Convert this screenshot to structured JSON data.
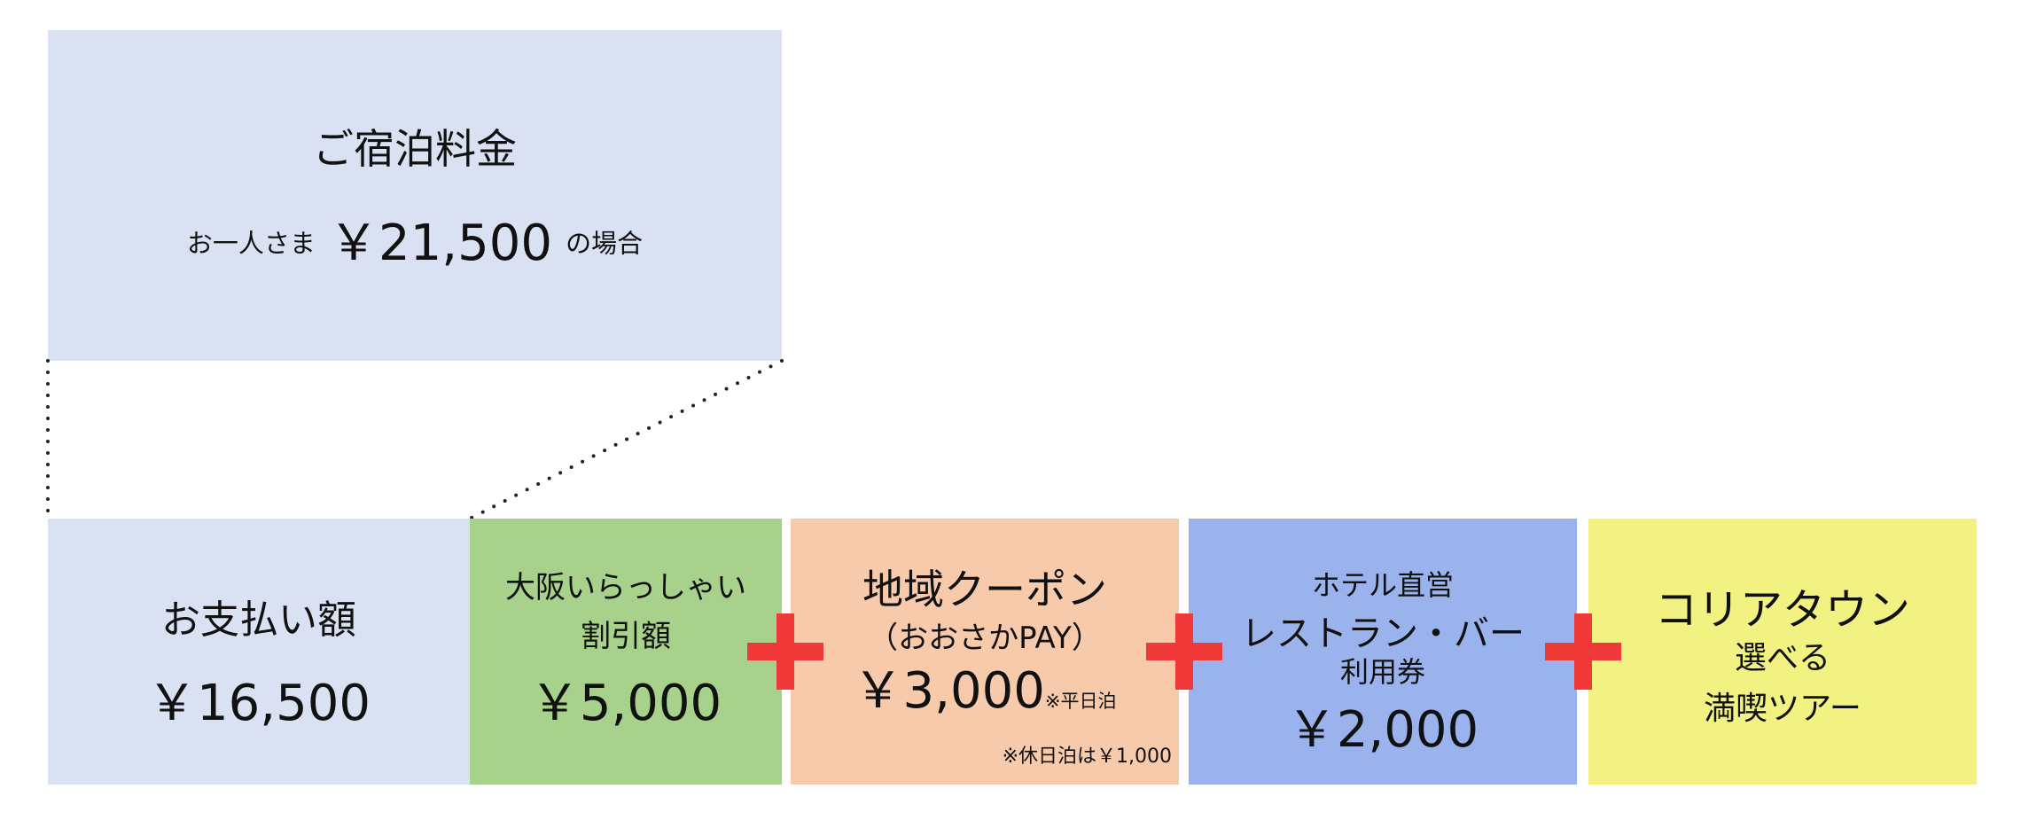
{
  "accommodation": {
    "title": "ご宿泊料金",
    "per_person_prefix": "お一人さま",
    "price": "￥21,500",
    "suffix": "の場合"
  },
  "payment": {
    "label": "お支払い額",
    "amount": "￥16,500"
  },
  "discount": {
    "line1": "大阪いらっしゃい",
    "line2": "割引額",
    "amount": "￥5,000"
  },
  "coupon": {
    "title": "地域クーポン",
    "subtitle": "（おおさかPAY）",
    "amount": "￥3,000",
    "weekday_note": "※平日泊",
    "holiday_note": "※休日泊は￥1,000"
  },
  "hotel": {
    "line1": "ホテル直営",
    "line2": "レストラン・バー",
    "line3": "利用券",
    "amount": "￥2,000"
  },
  "korea": {
    "title": "コリアタウン",
    "line2": "選べる",
    "line3": "満喫ツアー"
  },
  "colors": {
    "price_box": "#dae1f2",
    "discount_box": "#a8d18c",
    "coupon_box": "#f7caac",
    "hotel_box": "#9ab3ec",
    "korea_box": "#f1f282",
    "plus_sign": "#f03a3a"
  }
}
